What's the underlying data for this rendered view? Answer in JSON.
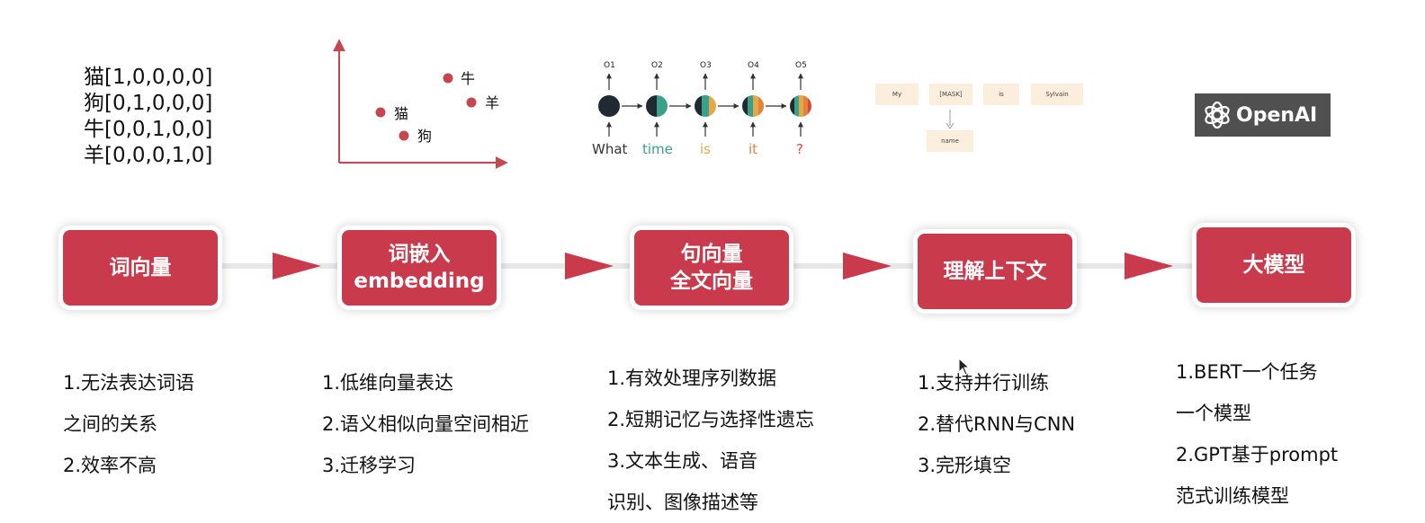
{
  "onehot": [
    "猫[1,0,0,0,0]",
    "狗[0,1,0,0,0]",
    "牛[0,0,1,0,0]",
    "羊[0,0,0,1,0]"
  ],
  "scatter": {
    "labels": [
      "牛",
      "羊",
      "猫",
      "狗"
    ],
    "color": "#c5474f"
  },
  "rnn": {
    "outputs": [
      "O1",
      "O2",
      "O3",
      "O4",
      "O5"
    ],
    "words": [
      "What",
      "time",
      "is",
      "it",
      "?"
    ],
    "word_colors": [
      "#333333",
      "#3aa08a",
      "#e2a84a",
      "#e3823d",
      "#d9473f"
    ]
  },
  "bert": {
    "tokens": [
      "My",
      "[MASK]",
      "is",
      "Sylvain"
    ],
    "prediction": "name"
  },
  "logo": {
    "text": "OpenAI"
  },
  "stages": [
    {
      "line1": "词向量",
      "line2": ""
    },
    {
      "line1": "词嵌入",
      "line2": "embedding"
    },
    {
      "line1": "句向量",
      "line2": "全文向量"
    },
    {
      "line1": "理解上下文",
      "line2": ""
    },
    {
      "line1": "大模型",
      "line2": ""
    }
  ],
  "descriptions": [
    [
      "1.无法表达词语",
      "之间的关系",
      "2.效率不高"
    ],
    [
      "1.低维向量表达",
      "2.语义相似向量空间相近",
      "3.迁移学习"
    ],
    [
      "1.有效处理序列数据",
      "2.短期记忆与选择性遗忘",
      "3.文本生成、语音",
      "识别、图像描述等"
    ],
    [
      "1.支持并行训练",
      "2.替代RNN与CNN",
      "3.完形填空"
    ],
    [
      "1.BERT一个任务",
      "一个模型",
      "2.GPT基于prompt",
      "范式训练模型"
    ]
  ],
  "colors": {
    "accent": "#c93a4c"
  }
}
